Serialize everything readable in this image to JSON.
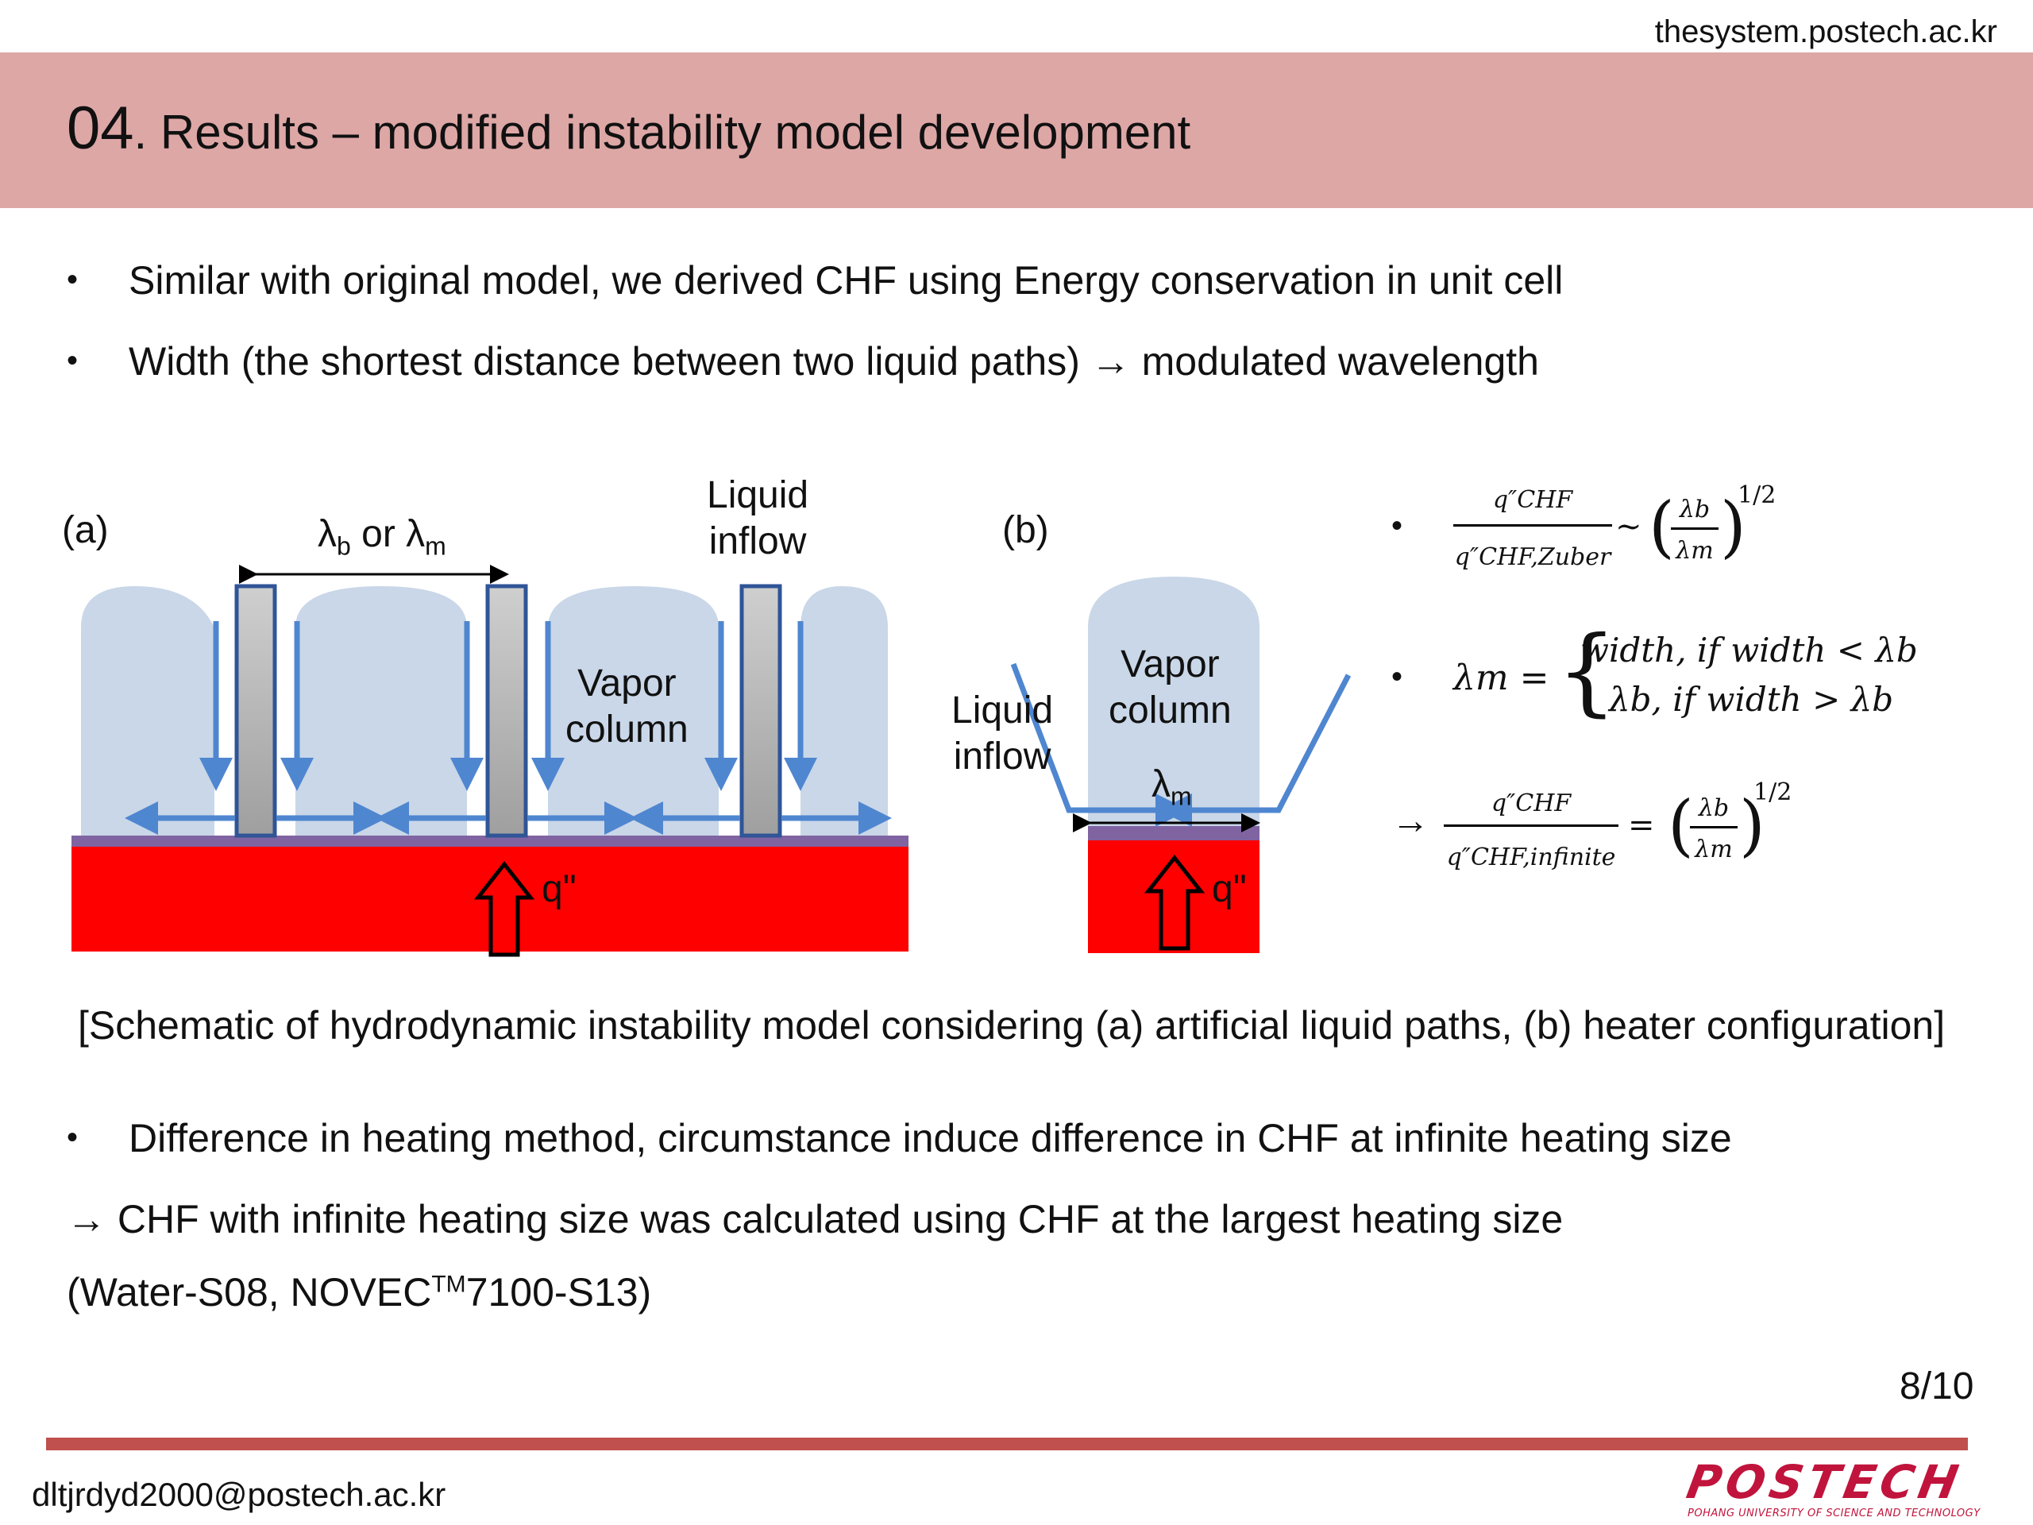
{
  "header": {
    "url": "thesystem.postech.ac.kr",
    "title_number": "04",
    "title_text": ". Results – modified instability model development"
  },
  "bullets_top": [
    "Similar with original model, we derived CHF using Energy conservation in unit cell",
    "Width (the shortest distance between two liquid paths) → modulated wavelength"
  ],
  "figure": {
    "panel_a": {
      "label": "(a)",
      "lambda_label": "λ",
      "lambda_sub_b": "b",
      "lambda_or": " or λ",
      "lambda_sub_m": "m",
      "liquid_inflow_1": "Liquid",
      "liquid_inflow_2": "inflow",
      "vapor_1": "Vapor",
      "vapor_2": "column",
      "heat_flux": "q\""
    },
    "panel_b": {
      "label": "(b)",
      "vapor_1": "Vapor",
      "vapor_2": "column",
      "liquid_1": "Liquid",
      "liquid_2": "inflow",
      "lambda_m": "λ",
      "lambda_m_sub": "m",
      "heat_flux": "q\""
    },
    "colors": {
      "vapor": "#c9d7e8",
      "arrow": "#4f86d0",
      "post_fill": "#b7b7b7",
      "post_border": "#2f5597",
      "heater": "#ff0000",
      "surface": "#8064a2"
    }
  },
  "equations": {
    "bullet": "•",
    "eq1_num": "q″CHF",
    "eq1_den": "q″CHF,Zuber",
    "eq1_rel": "~",
    "eq1_ratio_num": "λb",
    "eq1_ratio_den": "λm",
    "eq1_exp": "1/2",
    "eq2_lhs": "λm =",
    "eq2_case1": "width, if width < λb",
    "eq2_case2": "λb, if width > λb",
    "eq3_arrow": "→",
    "eq3_num": "q″CHF",
    "eq3_den": "q″CHF,infinite",
    "eq3_rel": "=",
    "eq3_ratio_num": "λb",
    "eq3_ratio_den": "λm",
    "eq3_exp": "1/2"
  },
  "caption": "[Schematic of hydrodynamic instability model considering (a) artificial liquid paths, (b) heater configuration]",
  "bullets_bottom": {
    "b1": "Difference in heating method, circumstance induce difference in CHF at infinite heating size",
    "line2": "→ CHF with infinite heating size was calculated using CHF at the largest heating size",
    "line3_a": "(Water-S08, NOVEC",
    "line3_tm": "TM",
    "line3_b": "7100-S13)"
  },
  "footer": {
    "page": "8/10",
    "email": "dltjrdyd2000@postech.ac.kr",
    "logo_main": "POSTECH",
    "logo_sub": "POHANG UNIVERSITY OF SCIENCE AND TECHNOLOGY"
  }
}
